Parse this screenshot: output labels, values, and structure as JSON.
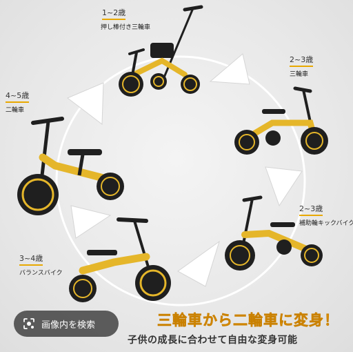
{
  "stages": [
    {
      "age": "1~2歳",
      "desc": "押し棒付き三輪車"
    },
    {
      "age": "2~3歳",
      "desc": "三輪車"
    },
    {
      "age": "4~5歳",
      "desc": "二輪車"
    },
    {
      "age": "2~3歳",
      "desc": "補助輪キックバイク"
    },
    {
      "age": "3~4歳",
      "desc": "バランスバイク"
    }
  ],
  "headline": "三輪車から二輪車に変身！",
  "subline": "子供の成長に合わせて自由な変身可能",
  "search_chip": {
    "label": "画像内を検索",
    "icon": "lens-search-icon"
  },
  "colors": {
    "accent": "#e8a800",
    "frame": "#e5b62a",
    "dark": "#1f1f1f"
  }
}
